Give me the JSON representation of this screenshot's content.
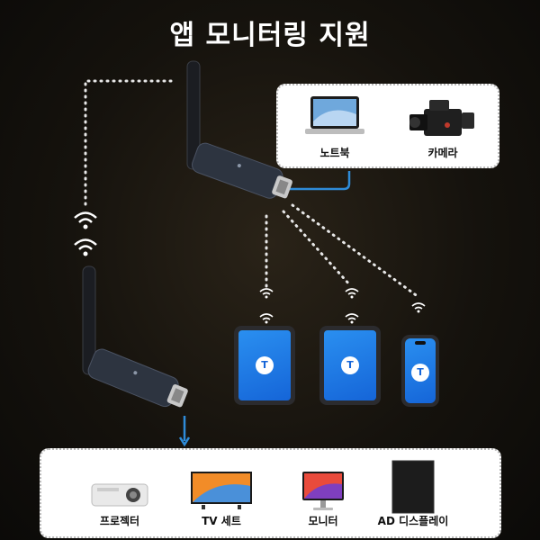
{
  "title": "앱 모니터링 지원",
  "sources": {
    "laptop_label": "노트북",
    "camera_label": "카메라"
  },
  "app_logo_text": "T",
  "outputs": {
    "projector_label": "프로젝터",
    "tv_label": "TV 세트",
    "monitor_label": "모니터",
    "ad_display_label": "AD 디스플레이"
  },
  "colors": {
    "accent_line": "#2e8bd8",
    "screen_blue": "#1f7fe8",
    "dongle_body": "#2d3440"
  }
}
